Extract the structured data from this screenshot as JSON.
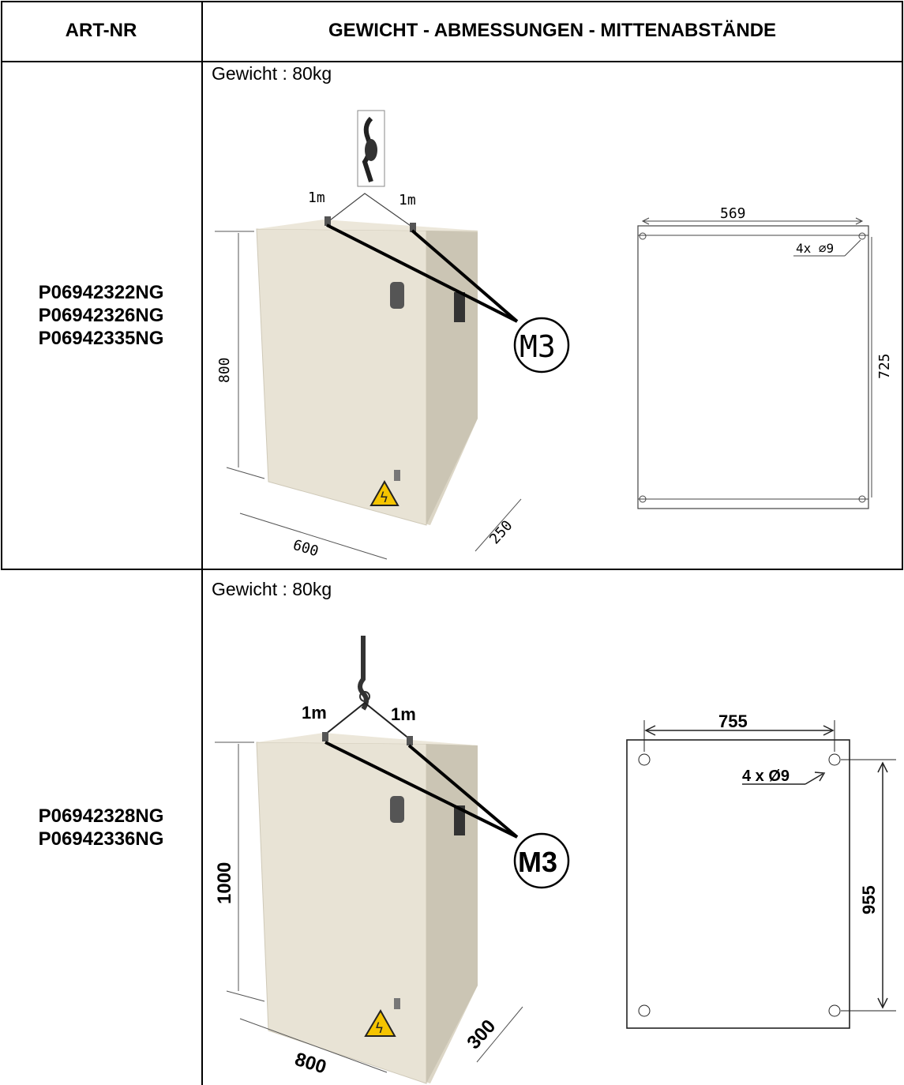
{
  "header": {
    "col1": "ART-NR",
    "col2": "GEWICHT - ABMESSUNGEN - MITTENABSTÄNDE"
  },
  "rows": [
    {
      "art_numbers": [
        "P06942322NG",
        "P06942326NG",
        "P06942335NG"
      ],
      "weight": "Gewicht : 80kg",
      "sling_left": "1m",
      "sling_right": "1m",
      "height": "800",
      "width": "600",
      "depth": "250",
      "marker": "M3",
      "hole_spacing_h": "569",
      "hole_spacing_v": "725",
      "holes": "4x ⌀9"
    },
    {
      "art_numbers": [
        "P06942328NG",
        "P06942336NG"
      ],
      "weight": "Gewicht : 80kg",
      "sling_left": "1m",
      "sling_right": "1m",
      "height": "1000",
      "width": "800",
      "depth": "300",
      "marker": "M3",
      "hole_spacing_h": "755",
      "hole_spacing_v": "955",
      "holes": "4 x Ø9"
    }
  ],
  "colors": {
    "cabinet": "#e6e1d3",
    "cabinet_shade": "#cfc9b8",
    "warning": "#f5c400"
  }
}
